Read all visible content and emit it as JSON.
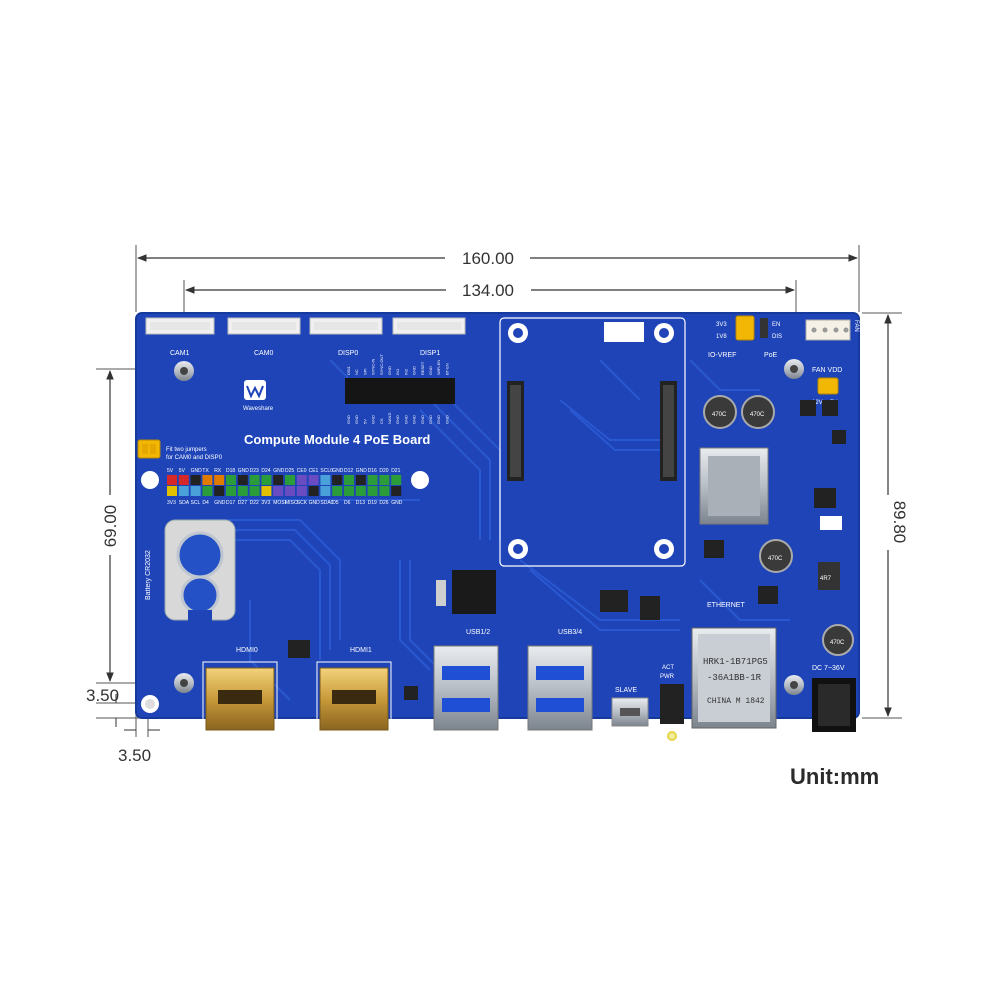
{
  "dimensions": {
    "width_overall": "160.00",
    "width_holes": "134.00",
    "height_overall": "89.80",
    "height_holes": "69.00",
    "offset_x": "3.50",
    "offset_y": "3.50",
    "unit_label": "Unit:mm"
  },
  "board": {
    "title": "Compute Module 4 PoE Board",
    "brand": "Waveshare",
    "color_pcb": "#1e44b8",
    "color_pcb_edge": "#1638a0",
    "color_trace": "#2f5fd8",
    "labels": {
      "cam1": "CAM1",
      "cam0": "CAM0",
      "disp0": "DISP0",
      "disp1": "DISP1",
      "io_vref": "IO-VREF",
      "poe": "PoE",
      "fan_vdd": "FAN VDD",
      "fan": "FAN",
      "battery": "Battery CR2032",
      "hdmi0": "HDMI0",
      "hdmi1": "HDMI1",
      "usb12": "USB1/2",
      "usb34": "USB3/4",
      "ethernet": "ETHERNET",
      "slave": "SLAVE",
      "act": "ACT",
      "pwr": "PWR",
      "dc_in": "DC 7~36V",
      "jumper_note_1": "Fit two jumpers",
      "jumper_note_2": "for CAM0 and DISP0",
      "v_12": "12V",
      "v_5": "5V",
      "v_3v3": "3V3",
      "v_1v8": "1V8",
      "en": "EN",
      "dis": "DIS",
      "inductor": "4R7",
      "rj45_line1": "HRK1-1B71PG5",
      "rj45_line2": "-36A1BB-1R",
      "rj45_line3": "CHINA  M 1842",
      "cap_1": "470C",
      "cap_2": "470C",
      "cap_3": "470C",
      "cap_4": "470C"
    },
    "gpio_top": [
      "5V",
      "5V",
      "GND",
      "TX",
      "RX",
      "D18",
      "GND",
      "D23",
      "D24",
      "GND",
      "D25",
      "CE0",
      "CE1",
      "SCL0",
      "GND",
      "D12",
      "GND",
      "D16",
      "D20",
      "D21"
    ],
    "gpio_bottom": [
      "3V3",
      "SDA",
      "SCL",
      "D4",
      "GND",
      "D17",
      "D27",
      "D22",
      "3V3",
      "MOSI",
      "MISO",
      "SCK",
      "GND",
      "SDA0",
      "D5",
      "D6",
      "D13",
      "D19",
      "D26",
      "GND"
    ],
    "gpio_pin_colors": [
      "#d62828",
      "#d62828",
      "#222222",
      "#e07a00",
      "#e07a00",
      "#2a9d3a",
      "#222222",
      "#2a9d3a",
      "#2a9d3a",
      "#222222",
      "#2a9d3a",
      "#6a4cc2",
      "#6a4cc2",
      "#4aa0d8",
      "#222222",
      "#2a9d3a",
      "#222222",
      "#2a9d3a",
      "#2a9d3a",
      "#2a9d3a"
    ],
    "gpio_pin_colors_bottom": [
      "#e0c000",
      "#4aa0d8",
      "#4aa0d8",
      "#2a9d3a",
      "#222222",
      "#2a9d3a",
      "#2a9d3a",
      "#2a9d3a",
      "#e0c000",
      "#6a4cc2",
      "#6a4cc2",
      "#6a4cc2",
      "#222222",
      "#4aa0d8",
      "#2a9d3a",
      "#2a9d3a",
      "#2a9d3a",
      "#2a9d3a",
      "#2a9d3a",
      "#222222"
    ],
    "header_pins_top": [
      "DSI1",
      "NC",
      "SPI",
      "SYNC-IN",
      "SYNC-OUT",
      "GND",
      "IN1",
      "IN2",
      "GND",
      "RESET",
      "GND",
      "WIFI-EN",
      "BT-EN"
    ],
    "header_pins_bottom": [
      "GND",
      "GND",
      "5V",
      "GND",
      "CS",
      "NAND",
      "GND",
      "GND",
      "GND",
      "GND",
      "GND",
      "GND",
      "GND"
    ]
  }
}
